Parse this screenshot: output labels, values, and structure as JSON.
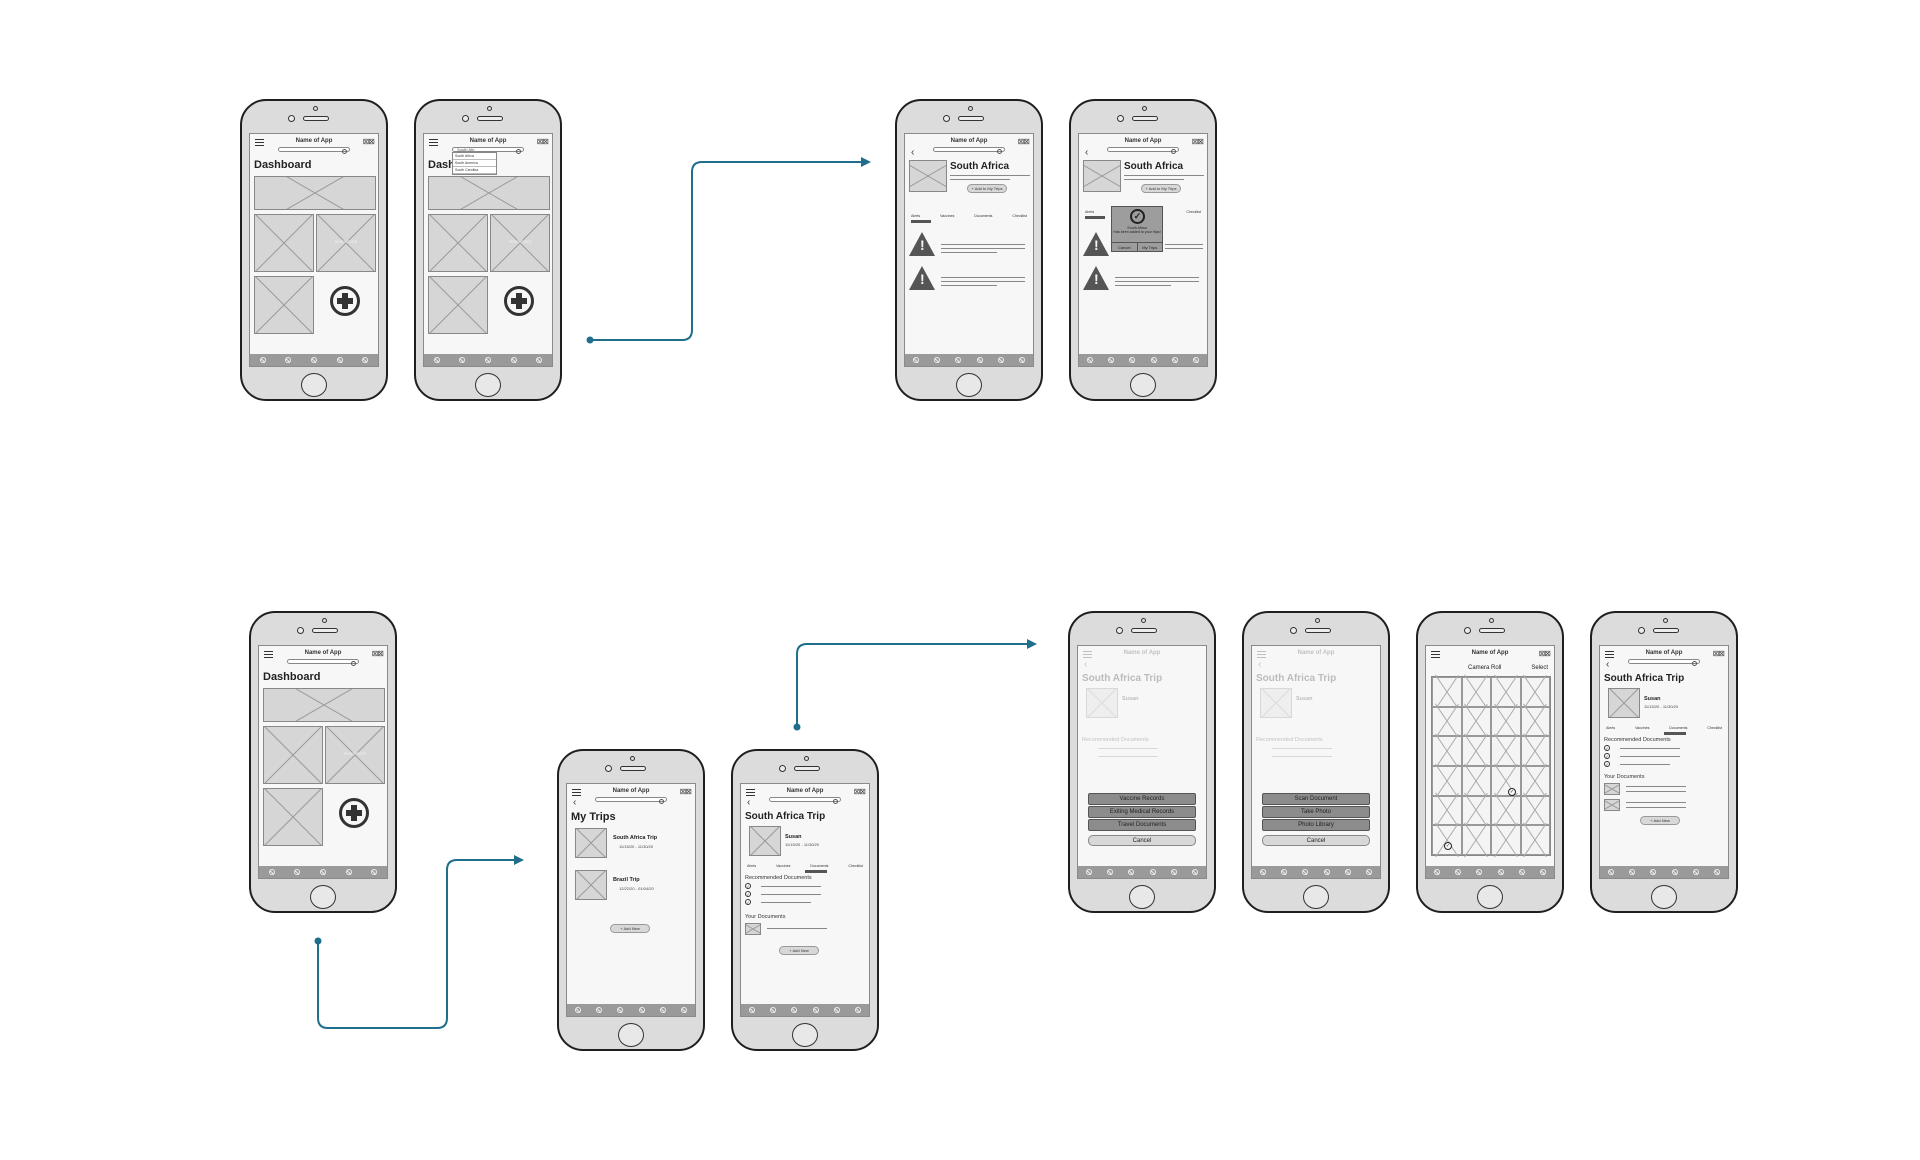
{
  "app_name": "Name of App",
  "dashboard": {
    "title": "Dashboard",
    "tile_labels": [
      "",
      "RESOURCES",
      ""
    ]
  },
  "search": {
    "query": "South Afri",
    "suggestions": [
      "South Africa",
      "South America",
      "South Carolina"
    ]
  },
  "country": {
    "title": "South Africa",
    "add_button": "Add to My Trips",
    "tabs": [
      "Alerts",
      "Vaccines",
      "Documents",
      "Checklist"
    ]
  },
  "added_modal": {
    "heading": "South Africa",
    "message": "Has been added to your trips!",
    "cancel": "Cancel",
    "my_trips": "My Trips"
  },
  "my_trips": {
    "title": "My Trips",
    "trips": [
      {
        "name": "South Africa Trip",
        "dates": "11/15/20 - 11/30/20"
      },
      {
        "name": "Brazil Trip",
        "dates": "12/22/20 - 01/04/20"
      }
    ],
    "add_new": "Add New"
  },
  "trip_detail": {
    "title": "South Africa Trip",
    "traveler": "Susan",
    "dates": "11/15/20 - 11/30/20",
    "tabs": [
      "Alerts",
      "Vaccines",
      "Documents",
      "Checklist"
    ],
    "recommended_label": "Recommended Documents",
    "your_documents_label": "Your Documents",
    "add_new": "Add New"
  },
  "doc_type_sheet": {
    "options": [
      "Vaccine Records",
      "Exiting Medical Records",
      "Travel Documents"
    ],
    "cancel": "Cancel"
  },
  "source_sheet": {
    "options": [
      "Scan Document",
      "Take Photo",
      "Photo Library"
    ],
    "cancel": "Cancel"
  },
  "camera_roll": {
    "title": "Camera Roll",
    "select": "Select"
  },
  "colors": {
    "connector": "#1f6e8c",
    "phone_body": "#dcdcdc",
    "screen": "#f7f7f7"
  }
}
